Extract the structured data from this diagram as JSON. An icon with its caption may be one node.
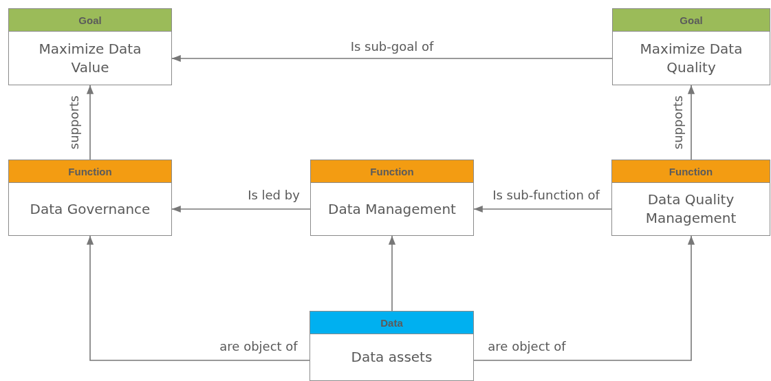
{
  "diagram": {
    "nodes": [
      {
        "text": [
          "Goal",
          "Maximize Data Value"
        ]
      },
      {
        "text": [
          "Goal",
          "Maximize Data Quality"
        ]
      },
      {
        "text": [
          "Function",
          "Data Governance"
        ]
      },
      {
        "text": [
          "Function",
          "Data Management"
        ]
      },
      {
        "text": [
          "Function",
          "Data Quality Management"
        ]
      },
      {
        "text": [
          "Data",
          "Data assets"
        ]
      }
    ],
    "edges": [
      {
        "from": 1,
        "to": 0,
        "arrow": "to",
        "label": "Is sub-goal of"
      },
      {
        "from": 2,
        "to": 0,
        "arrow": "to",
        "label": "supports"
      },
      {
        "from": 4,
        "to": 1,
        "arrow": "to",
        "label": "supports"
      },
      {
        "from": 3,
        "to": 2,
        "arrow": "to",
        "label": "Is led by"
      },
      {
        "from": 4,
        "to": 3,
        "arrow": "to",
        "label": "Is sub-function of"
      },
      {
        "from": 5,
        "to": 3,
        "arrow": "to"
      },
      {
        "from": 5,
        "to": 2,
        "arrow": "to",
        "label": "are object of"
      },
      {
        "from": 5,
        "to": 4,
        "arrow": "to",
        "label": "are object of"
      }
    ]
  }
}
